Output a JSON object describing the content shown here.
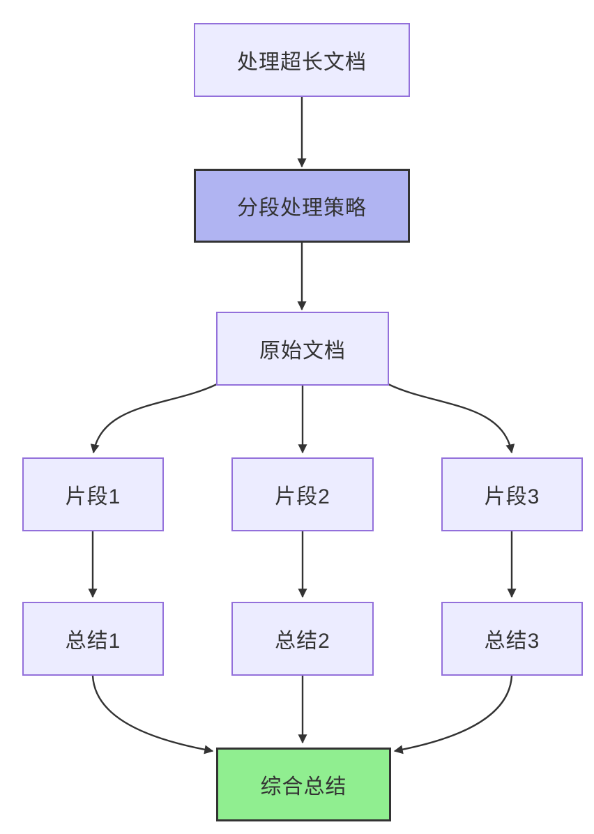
{
  "diagram": {
    "type": "flowchart",
    "direction": "top-down",
    "background": "#ffffff",
    "nodes": {
      "process_long_doc": {
        "label": "处理超长文档",
        "style": "default"
      },
      "segmentation_strategy": {
        "label": "分段处理策略",
        "style": "emphasis"
      },
      "original_doc": {
        "label": "原始文档",
        "style": "default"
      },
      "fragment_1": {
        "label": "片段1",
        "style": "default"
      },
      "fragment_2": {
        "label": "片段2",
        "style": "default"
      },
      "fragment_3": {
        "label": "片段3",
        "style": "default"
      },
      "summary_1": {
        "label": "总结1",
        "style": "default"
      },
      "summary_2": {
        "label": "总结2",
        "style": "default"
      },
      "summary_3": {
        "label": "总结3",
        "style": "default"
      },
      "final_summary": {
        "label": "综合总结",
        "style": "success"
      }
    },
    "edges": [
      {
        "from": "process_long_doc",
        "to": "segmentation_strategy"
      },
      {
        "from": "segmentation_strategy",
        "to": "original_doc"
      },
      {
        "from": "original_doc",
        "to": "fragment_1"
      },
      {
        "from": "original_doc",
        "to": "fragment_2"
      },
      {
        "from": "original_doc",
        "to": "fragment_3"
      },
      {
        "from": "fragment_1",
        "to": "summary_1"
      },
      {
        "from": "fragment_2",
        "to": "summary_2"
      },
      {
        "from": "fragment_3",
        "to": "summary_3"
      },
      {
        "from": "summary_1",
        "to": "final_summary"
      },
      {
        "from": "summary_2",
        "to": "final_summary"
      },
      {
        "from": "summary_3",
        "to": "final_summary"
      }
    ],
    "colors": {
      "node_fill": "#ECECFF",
      "node_border": "#9370DB",
      "emphasis_fill": "#B0B4F2",
      "emphasis_border": "#333333",
      "success_fill": "#90EE90",
      "success_border": "#333333",
      "edge_stroke": "#333333",
      "text": "#333333"
    }
  }
}
